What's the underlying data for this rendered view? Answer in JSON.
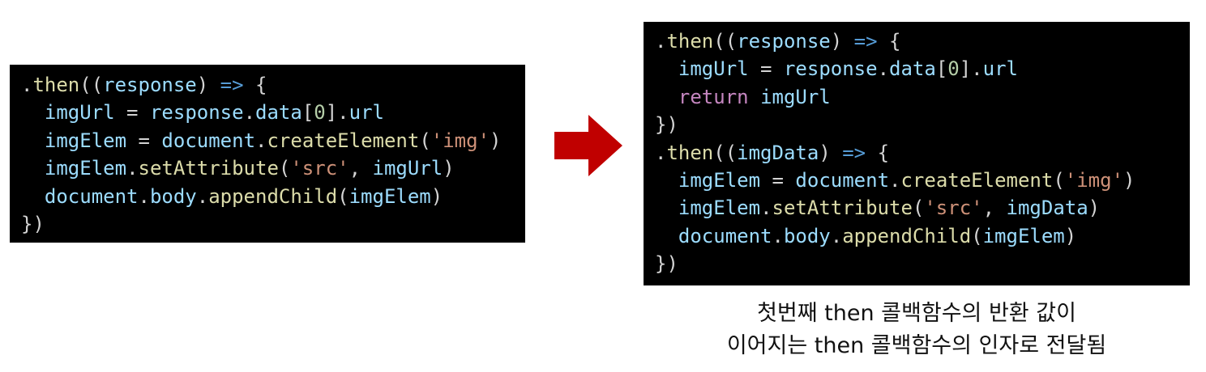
{
  "left_code": {
    "lines": [
      [
        {
          "t": "punct",
          "v": "."
        },
        {
          "t": "method",
          "v": "then"
        },
        {
          "t": "punct",
          "v": "(("
        },
        {
          "t": "var",
          "v": "response"
        },
        {
          "t": "punct",
          "v": ") "
        },
        {
          "t": "op",
          "v": "=>"
        },
        {
          "t": "punct",
          "v": " {"
        }
      ],
      [
        {
          "t": "punct",
          "v": "  "
        },
        {
          "t": "var",
          "v": "imgUrl"
        },
        {
          "t": "punct",
          "v": " = "
        },
        {
          "t": "var",
          "v": "response"
        },
        {
          "t": "punct",
          "v": "."
        },
        {
          "t": "var",
          "v": "data"
        },
        {
          "t": "punct",
          "v": "["
        },
        {
          "t": "number",
          "v": "0"
        },
        {
          "t": "punct",
          "v": "]."
        },
        {
          "t": "var",
          "v": "url"
        }
      ],
      [
        {
          "t": "punct",
          "v": "  "
        },
        {
          "t": "var",
          "v": "imgElem"
        },
        {
          "t": "punct",
          "v": " = "
        },
        {
          "t": "var",
          "v": "document"
        },
        {
          "t": "punct",
          "v": "."
        },
        {
          "t": "method",
          "v": "createElement"
        },
        {
          "t": "punct",
          "v": "("
        },
        {
          "t": "string",
          "v": "'img'"
        },
        {
          "t": "punct",
          "v": ")"
        }
      ],
      [
        {
          "t": "punct",
          "v": "  "
        },
        {
          "t": "var",
          "v": "imgElem"
        },
        {
          "t": "punct",
          "v": "."
        },
        {
          "t": "method",
          "v": "setAttribute"
        },
        {
          "t": "punct",
          "v": "("
        },
        {
          "t": "string",
          "v": "'src'"
        },
        {
          "t": "punct",
          "v": ", "
        },
        {
          "t": "var",
          "v": "imgUrl"
        },
        {
          "t": "punct",
          "v": ")"
        }
      ],
      [
        {
          "t": "punct",
          "v": "  "
        },
        {
          "t": "var",
          "v": "document"
        },
        {
          "t": "punct",
          "v": "."
        },
        {
          "t": "var",
          "v": "body"
        },
        {
          "t": "punct",
          "v": "."
        },
        {
          "t": "method",
          "v": "appendChild"
        },
        {
          "t": "punct",
          "v": "("
        },
        {
          "t": "var",
          "v": "imgElem"
        },
        {
          "t": "punct",
          "v": ")"
        }
      ],
      [
        {
          "t": "punct",
          "v": "})"
        }
      ]
    ]
  },
  "right_code": {
    "lines": [
      [
        {
          "t": "punct",
          "v": "."
        },
        {
          "t": "method",
          "v": "then"
        },
        {
          "t": "punct",
          "v": "(("
        },
        {
          "t": "var",
          "v": "response"
        },
        {
          "t": "punct",
          "v": ") "
        },
        {
          "t": "op",
          "v": "=>"
        },
        {
          "t": "punct",
          "v": " {"
        }
      ],
      [
        {
          "t": "punct",
          "v": "  "
        },
        {
          "t": "var",
          "v": "imgUrl"
        },
        {
          "t": "punct",
          "v": " = "
        },
        {
          "t": "var",
          "v": "response"
        },
        {
          "t": "punct",
          "v": "."
        },
        {
          "t": "var",
          "v": "data"
        },
        {
          "t": "punct",
          "v": "["
        },
        {
          "t": "number",
          "v": "0"
        },
        {
          "t": "punct",
          "v": "]."
        },
        {
          "t": "var",
          "v": "url"
        }
      ],
      [
        {
          "t": "punct",
          "v": "  "
        },
        {
          "t": "keyword",
          "v": "return"
        },
        {
          "t": "punct",
          "v": " "
        },
        {
          "t": "var",
          "v": "imgUrl"
        }
      ],
      [
        {
          "t": "punct",
          "v": "})"
        }
      ],
      [
        {
          "t": "punct",
          "v": "."
        },
        {
          "t": "method",
          "v": "then"
        },
        {
          "t": "punct",
          "v": "(("
        },
        {
          "t": "var",
          "v": "imgData"
        },
        {
          "t": "punct",
          "v": ") "
        },
        {
          "t": "op",
          "v": "=>"
        },
        {
          "t": "punct",
          "v": " {"
        }
      ],
      [
        {
          "t": "punct",
          "v": "  "
        },
        {
          "t": "var",
          "v": "imgElem"
        },
        {
          "t": "punct",
          "v": " = "
        },
        {
          "t": "var",
          "v": "document"
        },
        {
          "t": "punct",
          "v": "."
        },
        {
          "t": "method",
          "v": "createElement"
        },
        {
          "t": "punct",
          "v": "("
        },
        {
          "t": "string",
          "v": "'img'"
        },
        {
          "t": "punct",
          "v": ")"
        }
      ],
      [
        {
          "t": "punct",
          "v": "  "
        },
        {
          "t": "var",
          "v": "imgElem"
        },
        {
          "t": "punct",
          "v": "."
        },
        {
          "t": "method",
          "v": "setAttribute"
        },
        {
          "t": "punct",
          "v": "("
        },
        {
          "t": "string",
          "v": "'src'"
        },
        {
          "t": "punct",
          "v": ", "
        },
        {
          "t": "var",
          "v": "imgData"
        },
        {
          "t": "punct",
          "v": ")"
        }
      ],
      [
        {
          "t": "punct",
          "v": "  "
        },
        {
          "t": "var",
          "v": "document"
        },
        {
          "t": "punct",
          "v": "."
        },
        {
          "t": "var",
          "v": "body"
        },
        {
          "t": "punct",
          "v": "."
        },
        {
          "t": "method",
          "v": "appendChild"
        },
        {
          "t": "punct",
          "v": "("
        },
        {
          "t": "var",
          "v": "imgElem"
        },
        {
          "t": "punct",
          "v": ")"
        }
      ],
      [
        {
          "t": "punct",
          "v": "})"
        }
      ]
    ]
  },
  "arrow": {
    "icon": "right-arrow-icon",
    "color": "#c00000"
  },
  "caption": {
    "line1": "첫번째 then 콜백함수의 반환 값이",
    "line2": "이어지는 then 콜백함수의 인자로 전달됨"
  },
  "colors": {
    "code_background": "#000000",
    "method": "#dcdcaa",
    "variable": "#9cdcfe",
    "punctuation": "#d4d4d4",
    "operator": "#569cd6",
    "string": "#ce9178",
    "number": "#b5cea8",
    "keyword": "#c586c0"
  }
}
